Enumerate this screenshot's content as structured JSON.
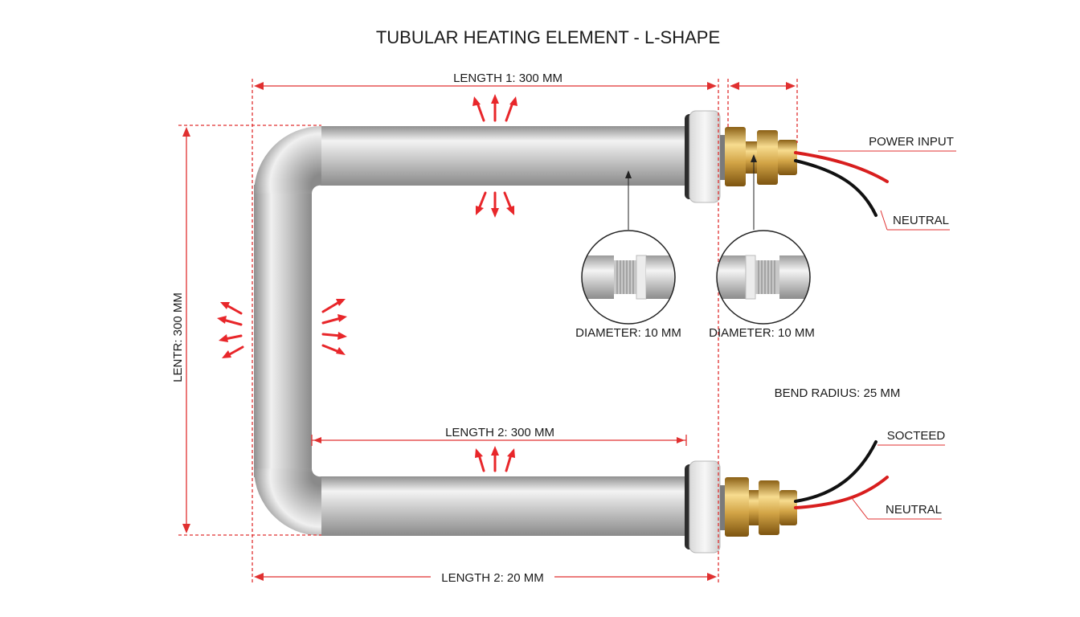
{
  "title": "TUBULAR HEATING ELEMENT - L-SHAPE",
  "dimensions": {
    "length_top": "LENGTH 1: 300 MM",
    "length_vertical": "LENTR: 300 MM",
    "length_inner_bottom": "LENGTH 2: 300 MM",
    "length_outer_bottom": "LENGTH 2: 20 MM",
    "bend_radius": "BEND RADIUS: 25 MM"
  },
  "details": [
    {
      "label": "DIAMETER: 10 MM"
    },
    {
      "label": "DIAMETER: 10 MM"
    }
  ],
  "wires": {
    "top_red": "POWER INPUT",
    "top_black": "NEUTRAL",
    "bottom_black": "SOCTEED",
    "bottom_red": "NEUTRAL"
  },
  "colors": {
    "dimension_line": "#e03030",
    "heat_arrow": "#e8262a",
    "tube_light": "#f2f2f2",
    "tube_dark": "#9a9a9a",
    "brass_light": "#f6d88a",
    "brass_dark": "#9a6b1a",
    "wire_red": "#d81e1e",
    "wire_black": "#111111"
  }
}
